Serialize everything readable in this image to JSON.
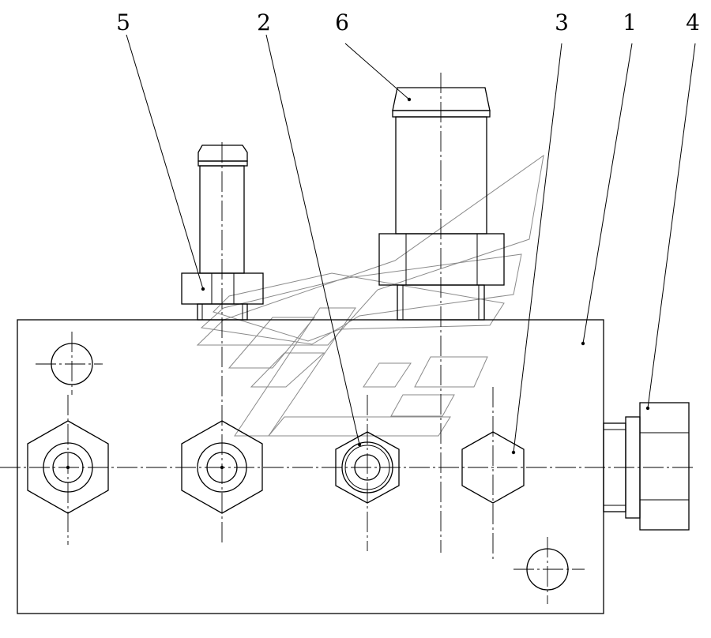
{
  "callouts": [
    {
      "id": "callout-5",
      "label": "5"
    },
    {
      "id": "callout-2",
      "label": "2"
    },
    {
      "id": "callout-6",
      "label": "6"
    },
    {
      "id": "callout-3",
      "label": "3"
    },
    {
      "id": "callout-1",
      "label": "1"
    },
    {
      "id": "callout-4",
      "label": "4"
    }
  ]
}
